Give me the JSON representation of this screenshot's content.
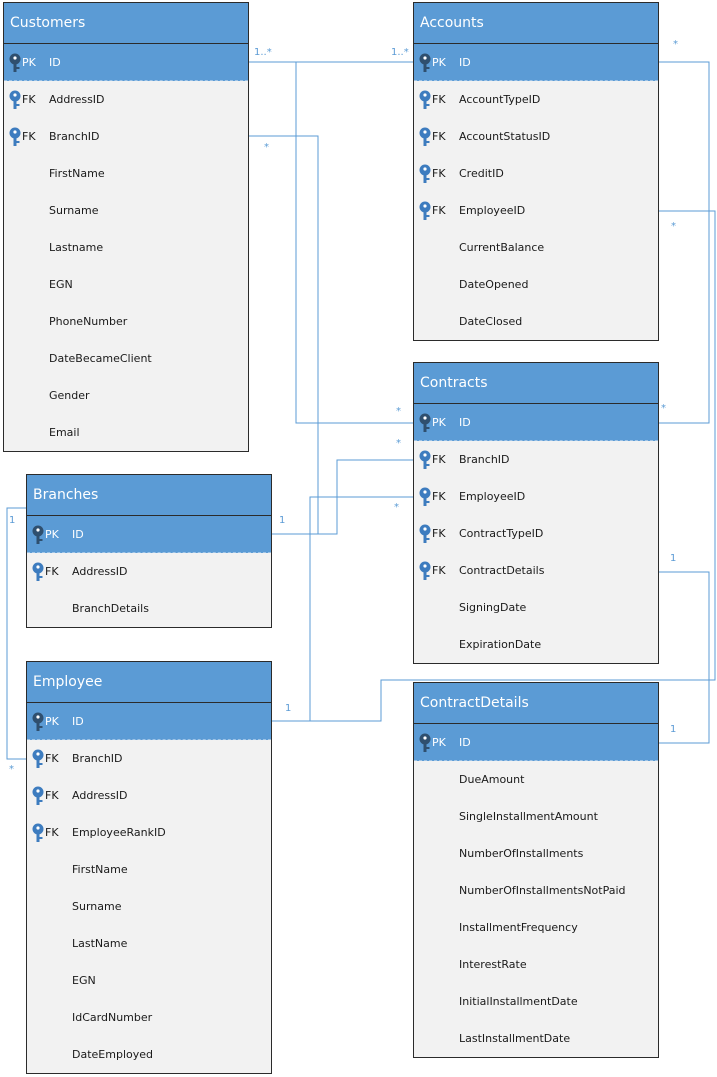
{
  "colors": {
    "header": "#5b9bd5",
    "body": "#f2f2f2",
    "line": "#5b9bd5",
    "border": "#2b2b2b"
  },
  "icons": {
    "key": "key-icon"
  },
  "entities": [
    {
      "id": "customers",
      "name": "Customers",
      "fields": [
        {
          "key": "PK",
          "name": "ID"
        },
        {
          "key": "FK",
          "name": "AddressID"
        },
        {
          "key": "FK",
          "name": "BranchID"
        },
        {
          "key": "",
          "name": "FirstName"
        },
        {
          "key": "",
          "name": "Surname"
        },
        {
          "key": "",
          "name": "Lastname"
        },
        {
          "key": "",
          "name": "EGN"
        },
        {
          "key": "",
          "name": "PhoneNumber"
        },
        {
          "key": "",
          "name": "DateBecameClient"
        },
        {
          "key": "",
          "name": "Gender"
        },
        {
          "key": "",
          "name": "Email"
        }
      ]
    },
    {
      "id": "accounts",
      "name": "Accounts",
      "fields": [
        {
          "key": "PK",
          "name": "ID"
        },
        {
          "key": "FK",
          "name": "AccountTypeID"
        },
        {
          "key": "FK",
          "name": "AccountStatusID"
        },
        {
          "key": "FK",
          "name": "CreditID"
        },
        {
          "key": "FK",
          "name": "EmployeeID"
        },
        {
          "key": "",
          "name": "CurrentBalance"
        },
        {
          "key": "",
          "name": "DateOpened"
        },
        {
          "key": "",
          "name": "DateClosed"
        }
      ]
    },
    {
      "id": "contracts",
      "name": "Contracts",
      "fields": [
        {
          "key": "PK",
          "name": "ID"
        },
        {
          "key": "FK",
          "name": "BranchID"
        },
        {
          "key": "FK",
          "name": "EmployeeID"
        },
        {
          "key": "FK",
          "name": "ContractTypeID"
        },
        {
          "key": "FK",
          "name": "ContractDetails"
        },
        {
          "key": "",
          "name": "SigningDate"
        },
        {
          "key": "",
          "name": "ExpirationDate"
        }
      ]
    },
    {
      "id": "branches",
      "name": "Branches",
      "fields": [
        {
          "key": "PK",
          "name": "ID"
        },
        {
          "key": "FK",
          "name": "AddressID"
        },
        {
          "key": "",
          "name": "BranchDetails"
        }
      ]
    },
    {
      "id": "employee",
      "name": "Employee",
      "fields": [
        {
          "key": "PK",
          "name": "ID"
        },
        {
          "key": "FK",
          "name": "BranchID"
        },
        {
          "key": "FK",
          "name": "AddressID"
        },
        {
          "key": "FK",
          "name": "EmployeeRankID"
        },
        {
          "key": "",
          "name": "FirstName"
        },
        {
          "key": "",
          "name": "Surname"
        },
        {
          "key": "",
          "name": "LastName"
        },
        {
          "key": "",
          "name": "EGN"
        },
        {
          "key": "",
          "name": "IdCardNumber"
        },
        {
          "key": "",
          "name": "DateEmployed"
        }
      ]
    },
    {
      "id": "contractdetails",
      "name": "ContractDetails",
      "fields": [
        {
          "key": "PK",
          "name": "ID"
        },
        {
          "key": "",
          "name": "DueAmount"
        },
        {
          "key": "",
          "name": "SingleInstallmentAmount"
        },
        {
          "key": "",
          "name": "NumberOfInstallments"
        },
        {
          "key": "",
          "name": "NumberOfInstallmentsNotPaid"
        },
        {
          "key": "",
          "name": "InstallmentFrequency"
        },
        {
          "key": "",
          "name": "InterestRate"
        },
        {
          "key": "",
          "name": "InitialInstallmentDate"
        },
        {
          "key": "",
          "name": "LastInstallmentDate"
        }
      ]
    }
  ],
  "multiplicities": {
    "cust_acc_left": "1..*",
    "cust_acc_right": "1..*",
    "acc_top_right": "*",
    "cust_branch": "*",
    "acc_emp": "*",
    "contract_cust": "*",
    "contract_right": "*",
    "contract_branch": "*",
    "contract_emp": "*",
    "branch_left": "1",
    "branch_right": "1",
    "emp_left": "*",
    "emp_right": "1",
    "cd_top": "1",
    "cd_right": "1"
  }
}
